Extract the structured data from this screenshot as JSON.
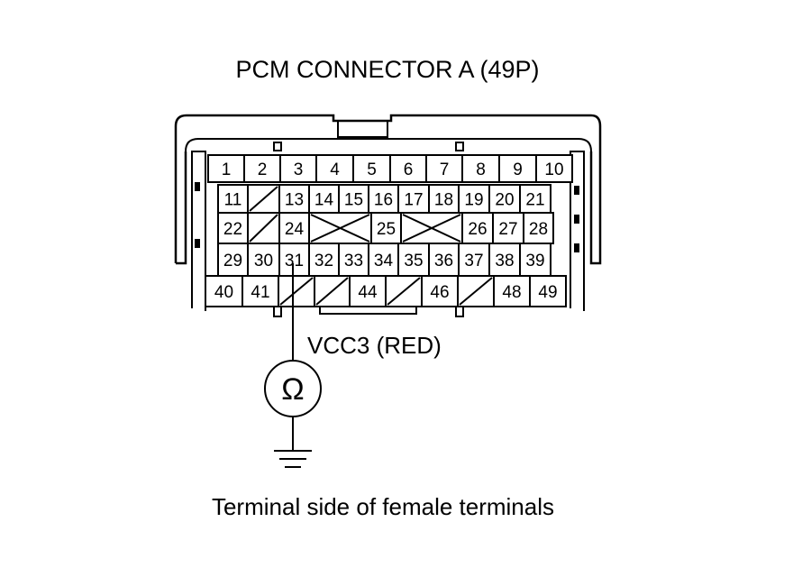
{
  "title": "PCM CONNECTOR A (49P)",
  "wire_label": "VCC3 (RED)",
  "meter_symbol": "Ω",
  "caption": "Terminal side of female terminals",
  "rows": [
    {
      "id": "r1",
      "cells": [
        "1",
        "2",
        "3",
        "4",
        "5",
        "6",
        "7",
        "8",
        "9",
        "10"
      ]
    },
    {
      "id": "r2",
      "cells": [
        "11",
        "/",
        "13",
        "14",
        "15",
        "16",
        "17",
        "18",
        "19",
        "20",
        "21"
      ]
    },
    {
      "id": "r3",
      "cells": [
        "22",
        "/",
        "24",
        "X",
        "25",
        "X",
        "26",
        "27",
        "28"
      ]
    },
    {
      "id": "r4",
      "cells": [
        "29",
        "30",
        "31",
        "32",
        "33",
        "34",
        "35",
        "36",
        "37",
        "38",
        "39"
      ]
    },
    {
      "id": "r5",
      "cells": [
        "40",
        "41",
        "/",
        "/",
        "44",
        "/",
        "46",
        "/",
        "48",
        "49"
      ]
    }
  ],
  "probe_terminal": "31",
  "ground_symbol": "ground-icon"
}
